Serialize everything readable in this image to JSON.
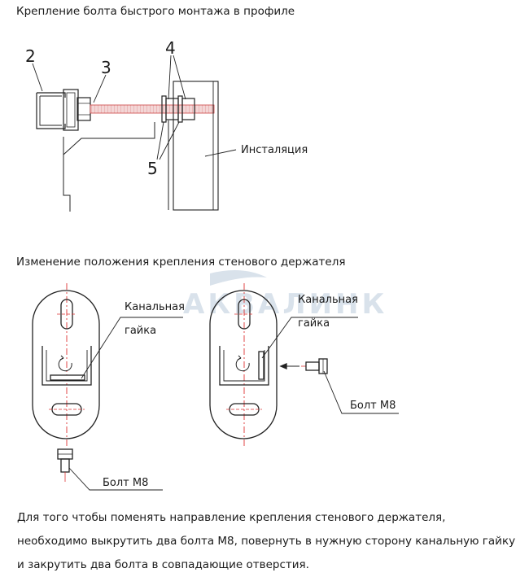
{
  "sections": {
    "profile_title": "Крепление болта быстрого монтажа в профиле",
    "position_title": "Изменение положения крепления стенового держателя"
  },
  "callouts": {
    "n2": "2",
    "n3": "3",
    "n4": "4",
    "n5": "5",
    "installation": "Инсталяция"
  },
  "holder_left": {
    "nut_label_1": "Канальная",
    "nut_label_2": "гайка",
    "bolt_label": "Болт М8"
  },
  "holder_right": {
    "nut_label_1": "Канальная",
    "nut_label_2": "гайка",
    "bolt_label": "Болт М8"
  },
  "watermark": "АКВАЛИНК",
  "caption": "Для того чтобы поменять направление крепления стенового держателя, необходимо выкрутить два болта М8, повернуть в нужную сторону канальную гайку и закрутить два болта в совпадающие отверстия."
}
